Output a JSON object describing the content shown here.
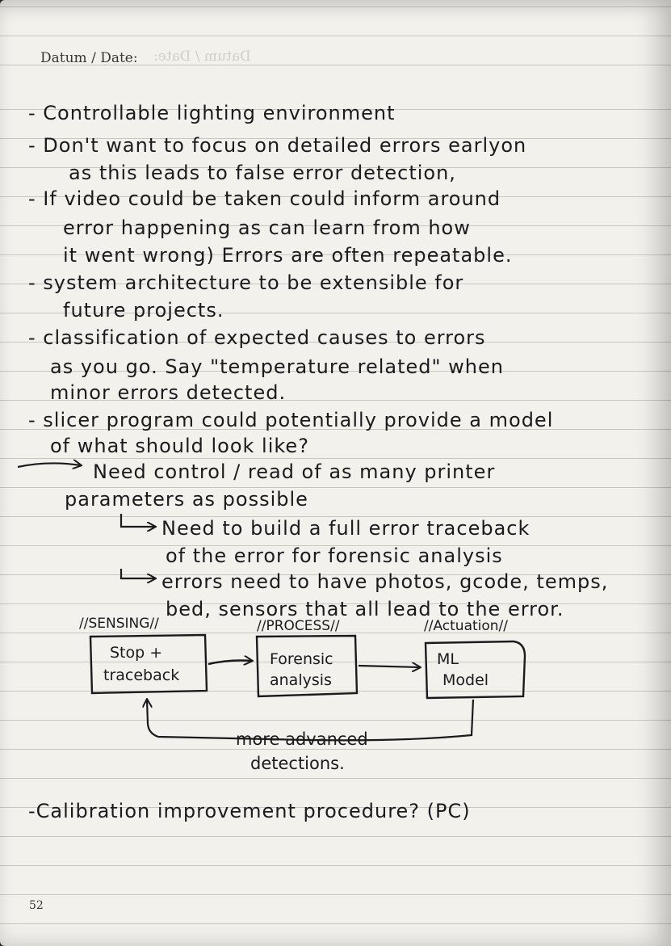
{
  "header": {
    "date_label": "Datum / Date:"
  },
  "notes": [
    "- Controllable lighting environment",
    "- Don't want to focus on detailed errors earlyon",
    "as this leads to false error detection,",
    "- If video could be taken could inform around",
    "error happening as can learn from how",
    "it went wrong) Errors are often repeatable.",
    "- system architecture to be extensible for",
    "future projects.",
    "- classification of expected causes to errors",
    "as you go. Say \"temperature related\" when",
    "minor errors detected.",
    "- slicer program could potentially provide a model",
    "of what should look like?",
    "Need control / read of as many printer",
    "parameters as possible",
    "Need to build a full error traceback",
    "of the error for forensic analysis",
    "errors need to have photos, gcode, temps,",
    "bed, sensors that all lead to the error."
  ],
  "diagram": {
    "stages": [
      "//SENSING//",
      "//PROCESS//",
      "//Actuation//"
    ],
    "nodes": [
      {
        "line1": "Stop +",
        "line2": "traceback"
      },
      {
        "line1": "Forensic",
        "line2": "analysis"
      },
      {
        "line1": "ML",
        "line2": "Model"
      }
    ],
    "feedback_label_1": "more advanced",
    "feedback_label_2": "detections."
  },
  "footer_note": "-Calibration improvement procedure? (PC)",
  "page_number": "52"
}
